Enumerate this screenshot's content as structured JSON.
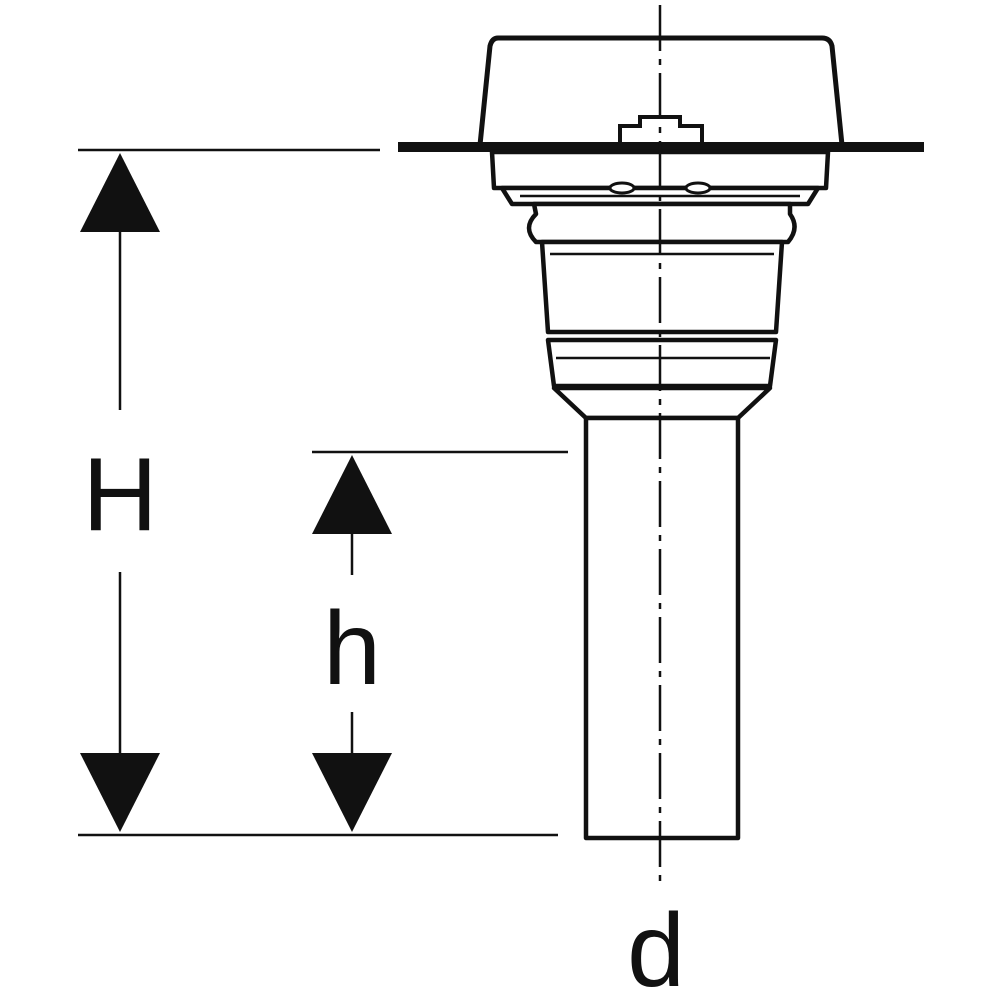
{
  "labels": {
    "overall_height": "H",
    "inner_height": "h",
    "diameter": "d"
  },
  "colors": {
    "ink": "#111111",
    "background": "#ffffff"
  }
}
